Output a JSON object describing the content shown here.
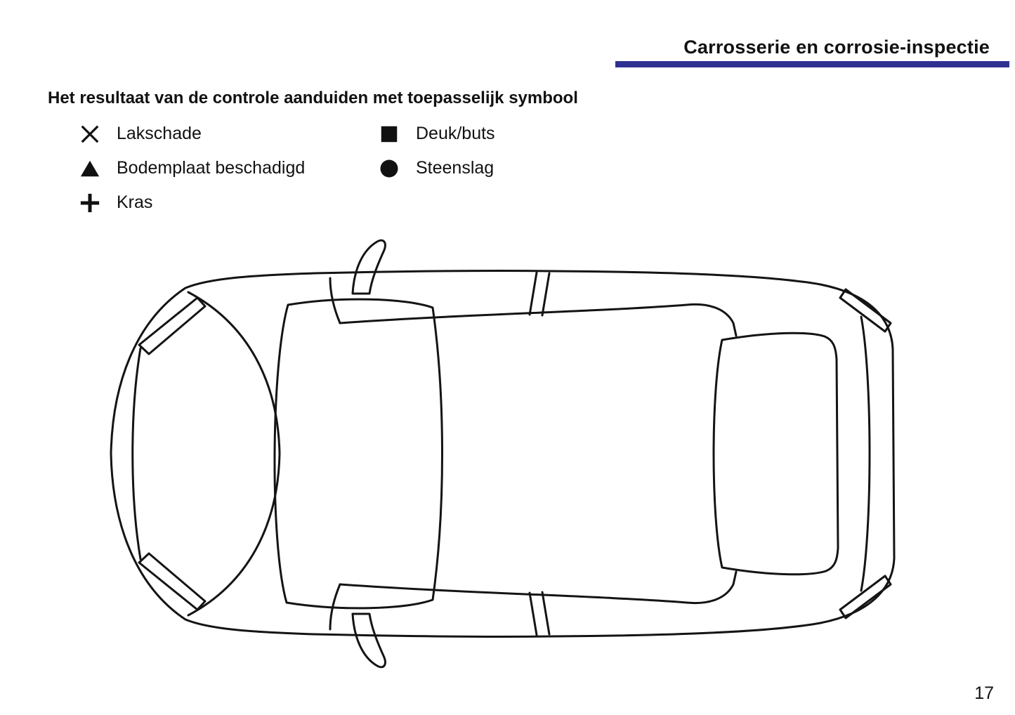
{
  "header": {
    "title": "Carrosserie en corrosie-inspectie",
    "accent_color": "#2e3192"
  },
  "instruction": {
    "text": "Het resultaat van de controle aanduiden met toepasselijk symbool"
  },
  "legend": {
    "items": [
      {
        "symbol": "x-mark",
        "label": "Lakschade"
      },
      {
        "symbol": "triangle",
        "label": "Bodemplaat beschadigd"
      },
      {
        "symbol": "plus",
        "label": "Kras"
      },
      {
        "symbol": "square",
        "label": "Deuk/buts"
      },
      {
        "symbol": "circle",
        "label": "Steenslag"
      }
    ]
  },
  "diagram": {
    "subject": "car-top-view-outline"
  },
  "footer": {
    "page_number": "17"
  }
}
